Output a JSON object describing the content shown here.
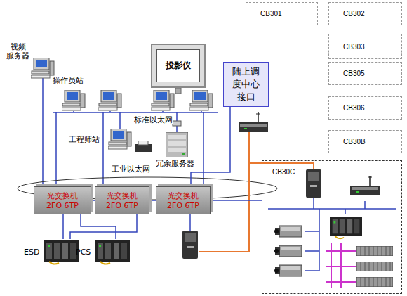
{
  "diagram": {
    "nodes": [
      {
        "text": [
          "CB301"
        ]
      },
      {
        "text": [
          "CB302"
        ]
      },
      {
        "text": [
          "投影仪"
        ]
      },
      {
        "text": [
          "CB303"
        ]
      },
      {
        "text": [
          "CB305"
        ]
      },
      {
        "text": [
          "陆上调度中心接口"
        ]
      },
      {
        "text": [
          "CB306"
        ]
      },
      {
        "text": [
          "CB30B"
        ]
      },
      {
        "text": [
          "光交换机 2FO 6TP"
        ]
      },
      {
        "text": [
          "光交换机 2FO 6TP"
        ]
      },
      {
        "text": [
          "光交换机 2FO 6TP"
        ]
      },
      {
        "text": [
          "CB30C"
        ]
      }
    ],
    "edges": [
      {
        "from": 8,
        "to": 9,
        "arrow": "none"
      },
      {
        "from": 9,
        "to": 10,
        "arrow": "none"
      },
      {
        "from": 5,
        "to": 10,
        "arrow": "none"
      },
      {
        "from": 10,
        "to": 11,
        "arrow": "none"
      }
    ],
    "labels": [
      "视频 服务器",
      "操作员站",
      "标准以太网",
      "工程师站",
      "冗余服务器",
      "工业以太网",
      "ESD",
      "PCS"
    ]
  }
}
